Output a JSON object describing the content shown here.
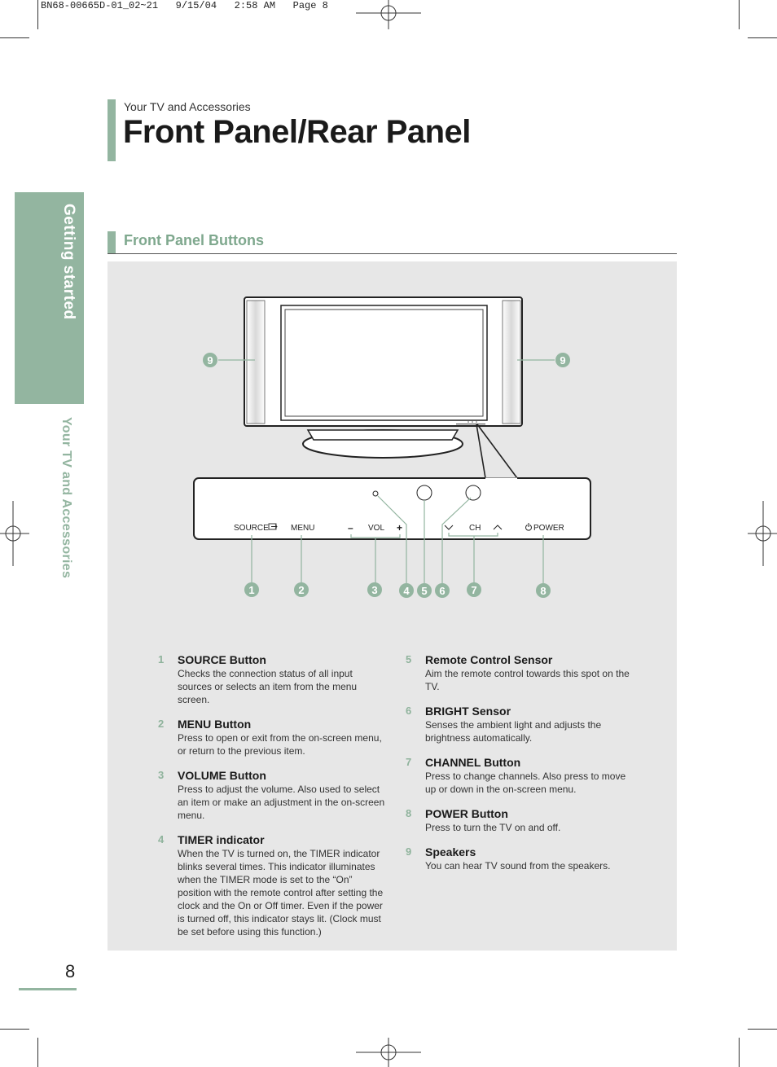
{
  "print_header": "BN68-00665D-01_02~21   9/15/04   2:58 AM   Page 8",
  "side_tab": {
    "chapter": "Getting started",
    "section": "Your TV and Accessories"
  },
  "header": {
    "kicker": "Your TV and Accessories",
    "title": "Front Panel/Rear Panel"
  },
  "section": {
    "title": "Front Panel Buttons"
  },
  "diagram": {
    "panel_labels": {
      "source": "SOURCE",
      "menu": "MENU",
      "vol": "VOL",
      "vol_minus": "–",
      "vol_plus": "+",
      "ch": "CH",
      "power": "POWER"
    },
    "callouts": [
      "1",
      "2",
      "3",
      "4",
      "5",
      "6",
      "7",
      "8",
      "9",
      "9"
    ],
    "accent_color": "#93b5a0"
  },
  "items": [
    {
      "num": "1",
      "title": "SOURCE Button",
      "body": "Checks the connection status of all input sources or selects an item from the menu screen."
    },
    {
      "num": "2",
      "title": "MENU Button",
      "body": "Press to open or exit from the on-screen menu, or return to the previous item."
    },
    {
      "num": "3",
      "title": "VOLUME Button",
      "body": "Press to adjust the volume. Also used to select an item or make an adjustment in the on-screen menu."
    },
    {
      "num": "4",
      "title": "TIMER indicator",
      "body": "When the TV is turned on, the TIMER indicator blinks several times. This indicator illuminates when the TIMER mode is set to the “On” position with the remote control after setting the clock and the On or Off timer. Even if the power is turned off, this indicator stays lit. (Clock must be set before using this function.)"
    },
    {
      "num": "5",
      "title": "Remote Control Sensor",
      "body": " Aim the remote control towards this spot on the TV."
    },
    {
      "num": "6",
      "title": "BRIGHT Sensor",
      "body": "Senses the ambient light and adjusts the brightness automatically."
    },
    {
      "num": "7",
      "title": "CHANNEL Button",
      "body": "Press to change channels. Also press to move up or down in the on-screen menu."
    },
    {
      "num": "8",
      "title": "POWER Button",
      "body": "Press to turn the TV on and off."
    },
    {
      "num": "9",
      "title": "Speakers",
      "body": "You can hear TV sound from the speakers."
    }
  ],
  "page_number": "8"
}
